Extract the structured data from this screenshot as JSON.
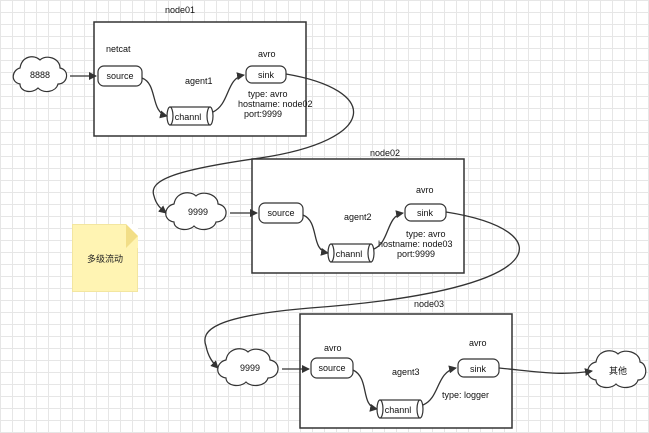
{
  "nodes": [
    {
      "name": "node01",
      "agent": "agent1",
      "source_type": "netcat",
      "source": "source",
      "channel": "channl",
      "sink_type": "avro",
      "sink": "sink",
      "sink_props": [
        "type: avro",
        "hostname: node02",
        "port:9999"
      ]
    },
    {
      "name": "node02",
      "agent": "agent2",
      "source": "source",
      "channel": "channl",
      "sink_type": "avro",
      "sink": "sink",
      "sink_props": [
        "type: avro",
        "hostname: node03",
        "port:9999"
      ]
    },
    {
      "name": "node03",
      "agent": "agent3",
      "source_type": "avro",
      "source": "source",
      "channel": "channl",
      "sink_type": "avro",
      "sink": "sink",
      "sink_props": [
        "type: logger"
      ]
    }
  ],
  "clouds": [
    "8888",
    "9999",
    "9999",
    "其他"
  ],
  "note": "多级流动"
}
